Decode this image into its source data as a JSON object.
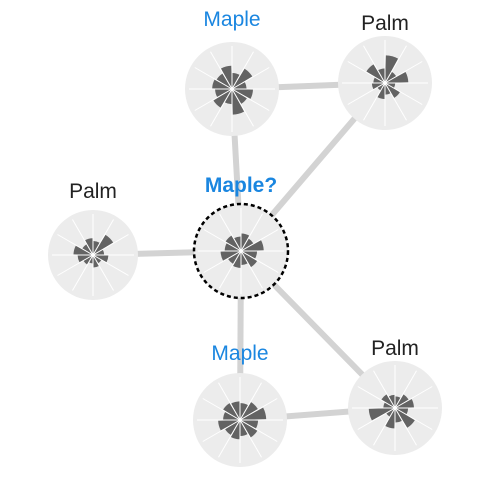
{
  "colors": {
    "edge": "#d3d3d3",
    "node_bg": "#ececec",
    "spoke": "#ffffff",
    "petal": "#636363",
    "known_label": "#222222",
    "predicted_label": "#1a86e0",
    "query_ring": "#000000"
  },
  "nodes": [
    {
      "id": "n1",
      "label": "Maple",
      "kind": "maple",
      "predicted": false,
      "petals": [
        0.55,
        0.82,
        0.5,
        0.72,
        0.6,
        0.88,
        0.52,
        0.75,
        0.58,
        0.68,
        0.62,
        0.8
      ]
    },
    {
      "id": "n2",
      "label": "Palm",
      "kind": "palm",
      "predicted": false,
      "petals": [
        0.95,
        0.45,
        0.8,
        0.35,
        0.6,
        0.4,
        0.55,
        0.3,
        0.45,
        0.4,
        0.75,
        0.5
      ]
    },
    {
      "id": "n3",
      "label": "Palm",
      "kind": "palm",
      "predicted": false,
      "petals": [
        0.5,
        0.85,
        0.4,
        0.55,
        0.35,
        0.45,
        0.3,
        0.4,
        0.55,
        0.7,
        0.45,
        0.6
      ]
    },
    {
      "id": "n4",
      "label": "Maple?",
      "kind": "maple",
      "predicted": true,
      "petals": [
        0.6,
        0.5,
        0.78,
        0.55,
        0.65,
        0.48,
        0.58,
        0.52,
        0.7,
        0.56,
        0.62,
        0.5
      ]
    },
    {
      "id": "n5",
      "label": "Maple",
      "kind": "maple",
      "predicted": false,
      "petals": [
        0.58,
        0.72,
        0.9,
        0.62,
        0.7,
        0.55,
        0.66,
        0.6,
        0.75,
        0.58,
        0.68,
        0.64
      ]
    },
    {
      "id": "n6",
      "label": "Palm",
      "kind": "palm",
      "predicted": false,
      "petals": [
        0.4,
        0.55,
        0.65,
        0.45,
        0.8,
        0.5,
        0.7,
        0.35,
        0.9,
        0.4,
        0.55,
        0.45
      ]
    }
  ],
  "edges": [
    {
      "from": "n1",
      "to": "n2"
    },
    {
      "from": "n1",
      "to": "n4"
    },
    {
      "from": "n2",
      "to": "n4"
    },
    {
      "from": "n3",
      "to": "n4"
    },
    {
      "from": "n4",
      "to": "n5"
    },
    {
      "from": "n4",
      "to": "n6"
    },
    {
      "from": "n5",
      "to": "n6"
    }
  ]
}
